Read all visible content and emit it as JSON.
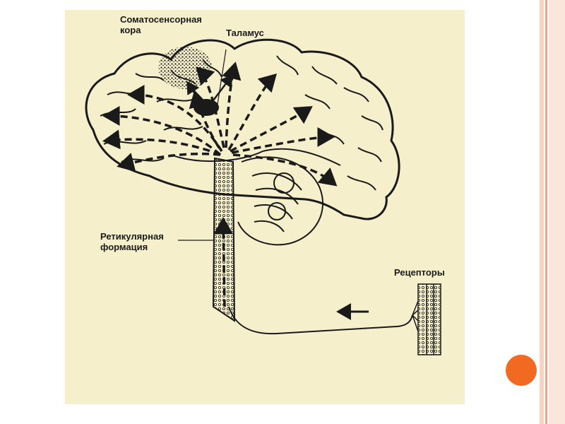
{
  "colors": {
    "background": "#ffffff",
    "panel": "#f5efcb",
    "ink": "#1a1a1a",
    "border_stripe_outer": "#f6d3c3",
    "border_stripe_inner": "#e9a68d",
    "accent_dot": "#f26a21"
  },
  "figure": {
    "labels": {
      "somatosensory_cortex": "Соматосенсорная\nкора",
      "thalamus": "Таламус",
      "reticular_formation": "Ретикулярная\nформация",
      "receptors": "Рецепторы"
    }
  }
}
